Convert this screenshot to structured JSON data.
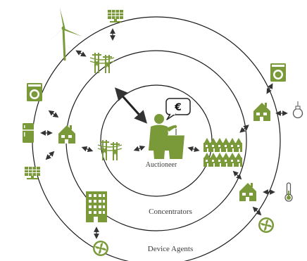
{
  "labels": {
    "center": "Auctioneer",
    "middle_ring": "Concentrators",
    "outer_ring": "Device Agents",
    "bubble_symbol": "€"
  },
  "colors": {
    "green": "#7a9a3a",
    "ring": "#1a1a1a",
    "arrow": "#333333",
    "background": "#ffffff"
  },
  "icons": [
    "wind-turbine-icon",
    "solar-panel-icon",
    "pylon-icon",
    "washing-machine-icon",
    "fridge-icon",
    "house-icon",
    "auctioneer-icon",
    "speech-bubble-icon",
    "building-icon",
    "terraced-houses-icon",
    "lightbulb-icon",
    "thermometer-icon",
    "fan-icon"
  ]
}
